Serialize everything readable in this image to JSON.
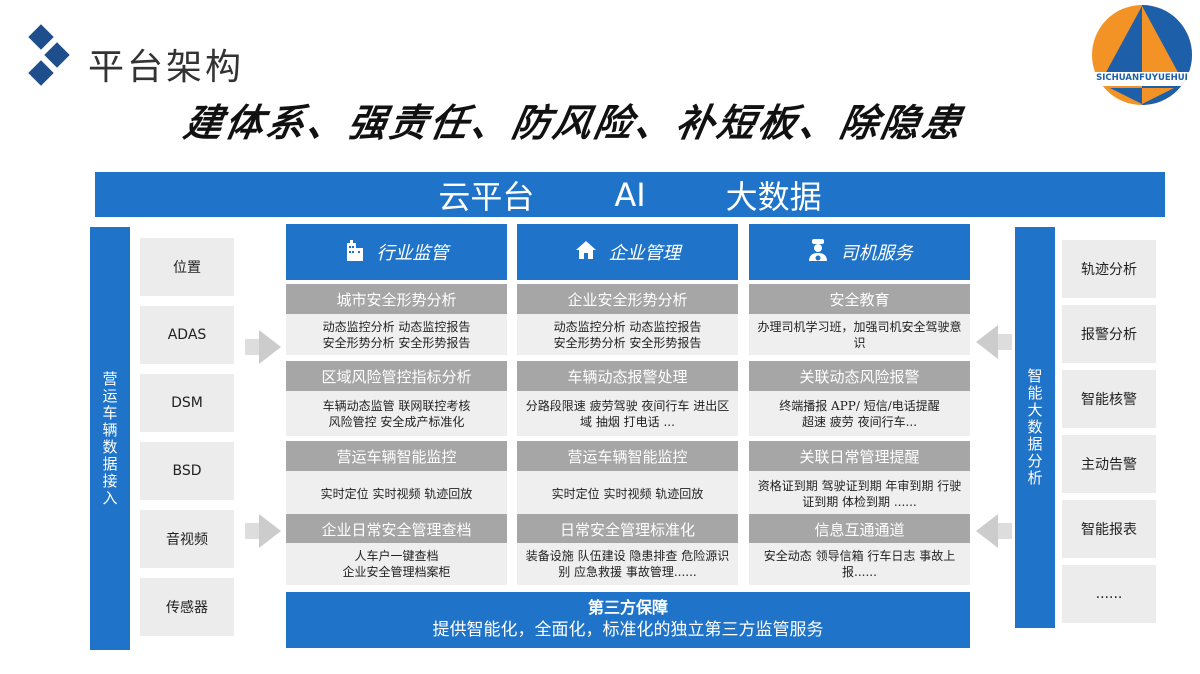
{
  "header": {
    "title": "平台架构",
    "slogan": "建体系、强责任、防风险、补短板、除隐患",
    "logo_text": "SICHUANFUYUEHUI"
  },
  "cloud": {
    "items": [
      "云平台",
      "AI",
      "大数据"
    ]
  },
  "left": {
    "label": "营运车辆数据接入",
    "items": [
      "位置",
      "ADAS",
      "DSM",
      "BSD",
      "音视频",
      "传感器"
    ]
  },
  "right": {
    "label": "智能大数据分析",
    "items": [
      "轨迹分析",
      "报警分析",
      "智能核警",
      "主动告警",
      "智能报表",
      "......"
    ]
  },
  "columns": [
    {
      "title": "行业监管",
      "icon": "building-icon",
      "rows": [
        {
          "title": "城市安全形势分析",
          "content": "动态监控分析    动态监控报告\n安全形势分析    安全形势报告"
        },
        {
          "title": "区域风险管控指标分析",
          "content": "车辆动态监管      联网联控考核\n风险管控      安全成产标准化"
        },
        {
          "title": "营运车辆智能监控",
          "content": "实时定位  实时视频 轨迹回放"
        },
        {
          "title": "企业日常安全管理查档",
          "content": "人车户一键查档\n企业安全管理档案柜"
        }
      ]
    },
    {
      "title": "企业管理",
      "icon": "home-icon",
      "rows": [
        {
          "title": "企业安全形势分析",
          "content": "动态监控分析    动态监控报告\n安全形势分析    安全形势报告"
        },
        {
          "title": "车辆动态报警处理",
          "content": "分路段限速 疲劳驾驶 夜间行车 进出区域 抽烟 打电话 ..."
        },
        {
          "title": "营运车辆智能监控",
          "content": "实时定位  实时视频 轨迹回放"
        },
        {
          "title": "日常安全管理标准化",
          "content": "装备设施 队伍建设 隐患排查 危险源识别 应急救援 事故管理......"
        }
      ]
    },
    {
      "title": "司机服务",
      "icon": "driver-icon",
      "rows": [
        {
          "title": "安全教育",
          "content": "办理司机学习班，加强司机安全驾驶意识"
        },
        {
          "title": "关联动态风险报警",
          "content": "终端播报 APP/ 短信/电话提醒\n超速 疲劳 夜间行车..."
        },
        {
          "title": "关联日常管理提醒",
          "content": "资格证到期 驾驶证到期 年审到期 行驶证到期 体检到期 ......"
        },
        {
          "title": "信息互通通道",
          "content": "安全动态 领导信箱 行车日志 事故上报......"
        }
      ]
    }
  ],
  "bottom": {
    "title": "第三方保障",
    "subtitle": "提供智能化，全面化，标准化的独立第三方监管服务"
  }
}
